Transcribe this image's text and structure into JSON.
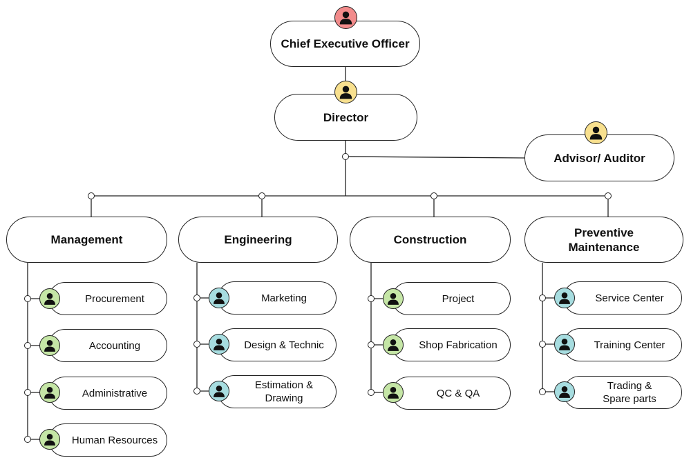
{
  "colors": {
    "ceo_avatar": "#f28b8b",
    "director_avatar": "#f8e08e",
    "management_avatar": "#c5e6a6",
    "engineering_avatar": "#a7dde0"
  },
  "icon": "person-icon",
  "chart": {
    "ceo": "Chief Executive Officer",
    "director": "Director",
    "advisor": "Advisor/ Auditor",
    "departments": [
      {
        "name": "Management",
        "units": [
          "Procurement",
          "Accounting",
          "Administrative",
          "Human Resources"
        ]
      },
      {
        "name": "Engineering",
        "units": [
          "Marketing",
          "Design & Technic",
          "Estimation & Drawing"
        ]
      },
      {
        "name": "Construction",
        "units": [
          "Project",
          "Shop Fabrication",
          "QC & QA"
        ]
      },
      {
        "name": "Preventive Maintenance",
        "units": [
          "Service Center",
          "Training Center",
          "Trading & Spare parts"
        ]
      }
    ]
  }
}
